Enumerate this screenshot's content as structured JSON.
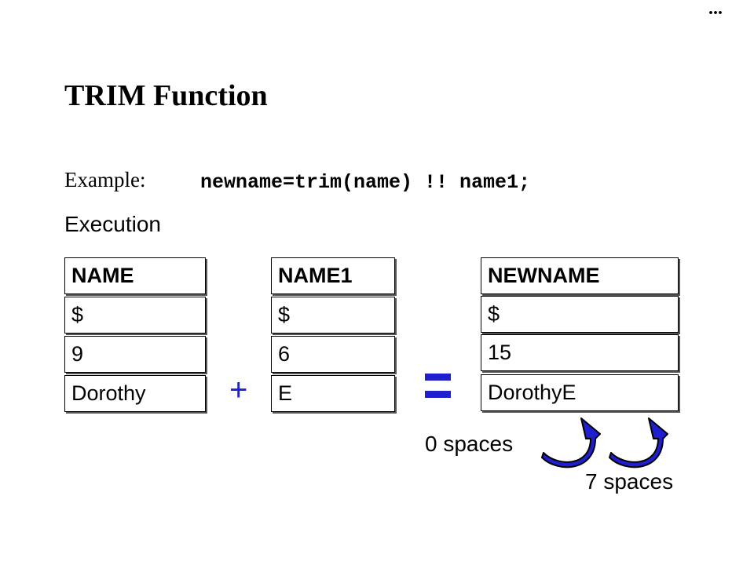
{
  "header": {
    "ellipsis": "..."
  },
  "slide": {
    "title": "TRIM Function",
    "example_label": "Example:",
    "code": "newname=trim(name) !! name1;",
    "execution_label": "Execution"
  },
  "tables": [
    {
      "header": "NAME",
      "type": "$",
      "length": "9",
      "value": "Dorothy"
    },
    {
      "header": "NAME1",
      "type": "$",
      "length": "6",
      "value": "E"
    },
    {
      "header": "NEWNAME",
      "type": "$",
      "length": "15",
      "value": "DorothyE"
    }
  ],
  "operators": {
    "plus": "+"
  },
  "annotations": {
    "spaces_0": "0 spaces",
    "spaces_7": "7 spaces"
  },
  "colors": {
    "operator": "#1f1fd0",
    "arrow": "#1f1fd0"
  },
  "icons": [
    "curved-arrow-icon",
    "curved-arrow-icon"
  ]
}
